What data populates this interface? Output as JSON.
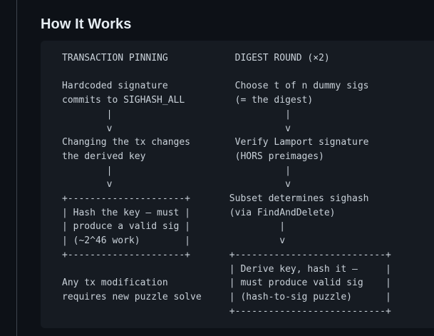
{
  "page": {
    "title": "How It Works"
  },
  "colors": {
    "page_background": "#0d1117",
    "panel_background": "#161b22",
    "text": "#c9d1d9",
    "heading": "#e6edf3",
    "divider": "#3d444d"
  },
  "diagram": {
    "left_column": {
      "title": "TRANSACTION PINNING",
      "steps": [
        "Hardcoded signature commits to SIGHASH_ALL",
        "Changing the tx changes the derived key",
        "Hash the key — must produce a valid sig (~2^46 work)",
        "Any tx modification requires new puzzle solve"
      ]
    },
    "right_column": {
      "title": "DIGEST ROUND (×2)",
      "steps": [
        "Choose t of n dummy sigs (= the digest)",
        "Verify Lamport signature (HORS preimages)",
        "Subset determines sighash (via FindAndDelete)",
        "Derive key, hash it — must produce valid sig (hash-to-sig puzzle)"
      ]
    },
    "ascii": "TRANSACTION PINNING            DIGEST ROUND (×2)\n\nHardcoded signature            Choose t of n dummy sigs\ncommits to SIGHASH_ALL         (= the digest)\n        |                               |\n        v                               v\nChanging the tx changes        Verify Lamport signature\nthe derived key                (HORS preimages)\n        |                               |\n        v                               v\n+---------------------+       Subset determines sighash\n| Hash the key — must |       (via FindAndDelete)\n| produce a valid sig |                |\n| (~2^46 work)        |                v\n+---------------------+       +---------------------------+\n                              | Derive key, hash it —     |\nAny tx modification           | must produce valid sig    |\nrequires new puzzle solve     | (hash-to-sig puzzle)      |\n                              +---------------------------+"
  }
}
